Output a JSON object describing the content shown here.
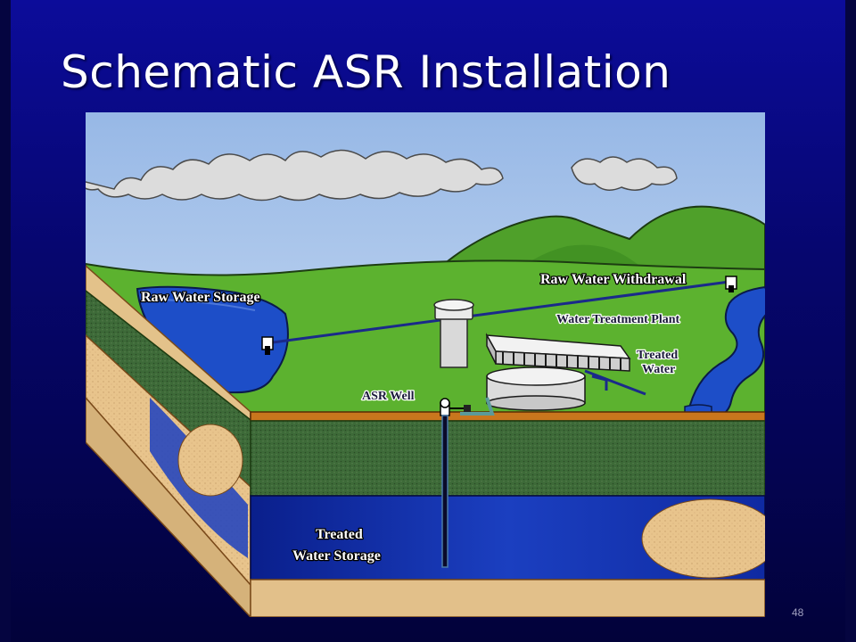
{
  "slide": {
    "title": "Schematic ASR Installation",
    "page_number": "48"
  },
  "diagram": {
    "labels": {
      "raw_water_storage": "Raw Water Storage",
      "raw_water_withdrawal": "Raw Water Withdrawal",
      "water_treatment_plant": "Water Treatment Plant",
      "treated_water_line1": "Treated",
      "treated_water_line2": "Water",
      "asr_well": "ASR Well",
      "treated_water_storage_line1": "Treated",
      "treated_water_storage_line2": "Water Storage"
    },
    "colors": {
      "sky": "#a9c5ec",
      "land": "#5db32f",
      "water": "#1f4fc9",
      "aquifer": "#0b2a9a",
      "sand": "#e7c48c",
      "soil_dark": "#3f6a3a"
    }
  }
}
